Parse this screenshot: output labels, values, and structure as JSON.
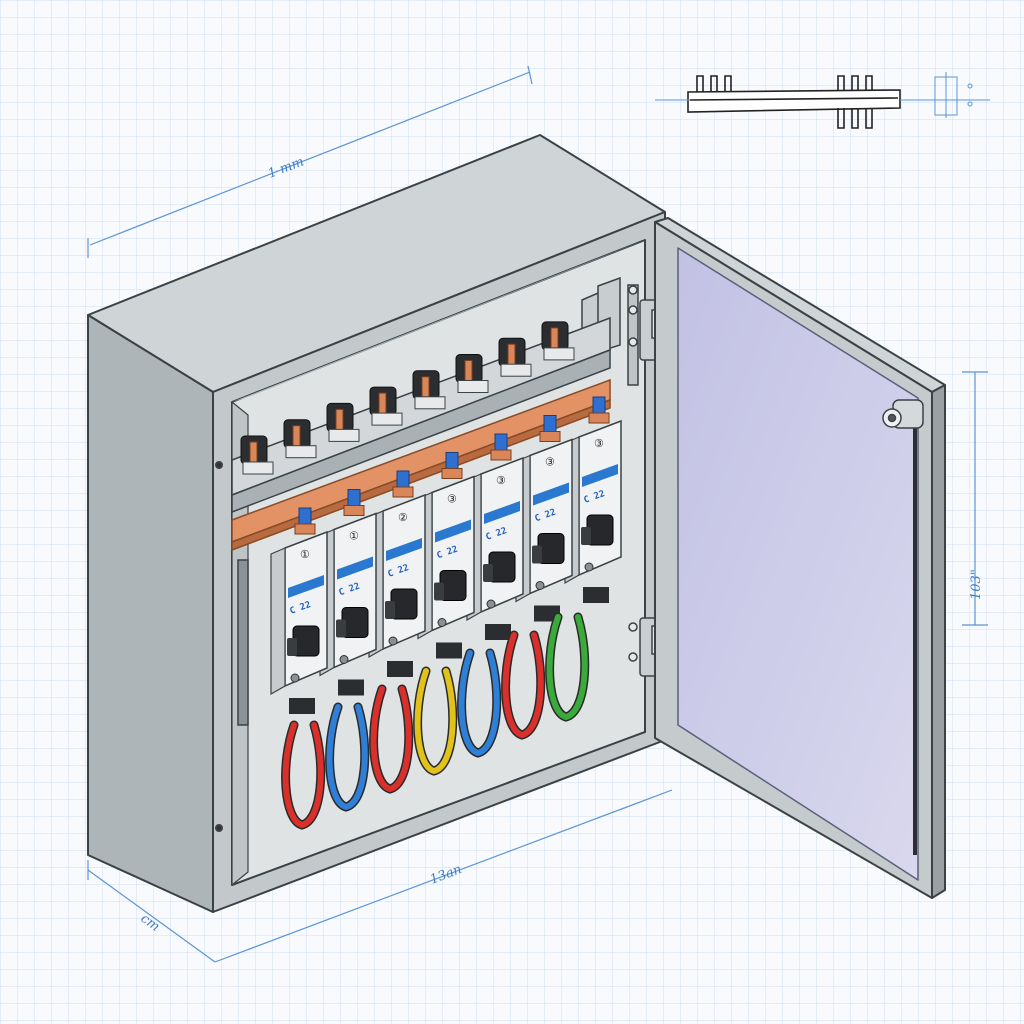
{
  "dimensions": {
    "top_width": "1 mm",
    "bottom_width": "13an",
    "depth": "cm",
    "door_height": "103\""
  },
  "breakers": {
    "count": 7,
    "numbers": [
      "①",
      "①",
      "②",
      "③",
      "③",
      "③",
      "③"
    ],
    "codes": [
      "C 22",
      "C 22",
      "C 22",
      "C 22",
      "C 22",
      "C 22",
      "C 22"
    ]
  },
  "wires": {
    "colors": [
      "#d9302c",
      "#2f7fd6",
      "#d9302c",
      "#e0c21a",
      "#2f7fd6",
      "#d9302c",
      "#3aaa3a"
    ]
  },
  "colors": {
    "grid": "#cfdff2",
    "dimension_line": "#5b95d6",
    "enclosure": "#c4c9cc",
    "busbar": "#d9875a",
    "door_glass": "#c9c8e6",
    "label_blue": "#2a78cf"
  },
  "icons": {
    "cross_section": "busbar-comb-cross-section-icon",
    "handle": "door-handle-icon",
    "hinge": "hinge-icon"
  }
}
